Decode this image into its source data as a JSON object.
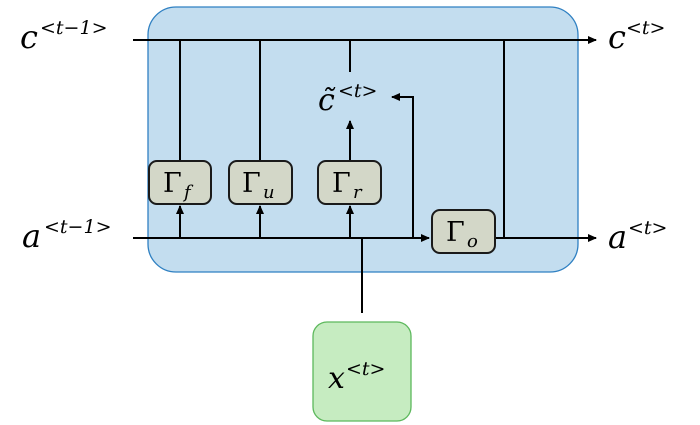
{
  "diagram": {
    "title": "LSTM cell",
    "colors": {
      "cell_fill": "#c3ddef",
      "cell_stroke": "#2f80c2",
      "gate_fill": "#d3d7c8",
      "gate_stroke": "#1a1a1a",
      "input_fill": "#c6ecc1",
      "input_stroke": "#5cb85c",
      "line": "#000000"
    },
    "inputs": {
      "c_prev": {
        "base": "c",
        "sup": "<t−1>"
      },
      "a_prev": {
        "base": "a",
        "sup": "<t−1>"
      },
      "x_t": {
        "base": "x",
        "sup": "<t>"
      }
    },
    "outputs": {
      "c_t": {
        "base": "c",
        "sup": "<t>"
      },
      "a_t": {
        "base": "a",
        "sup": "<t>"
      }
    },
    "candidate": {
      "base": "c̃",
      "sup": "<t>"
    },
    "gates": [
      {
        "id": "forget",
        "symbol": "Γ",
        "sub": "f"
      },
      {
        "id": "update",
        "symbol": "Γ",
        "sub": "u"
      },
      {
        "id": "relevance",
        "symbol": "Γ",
        "sub": "r"
      },
      {
        "id": "output",
        "symbol": "Γ",
        "sub": "o"
      }
    ]
  }
}
